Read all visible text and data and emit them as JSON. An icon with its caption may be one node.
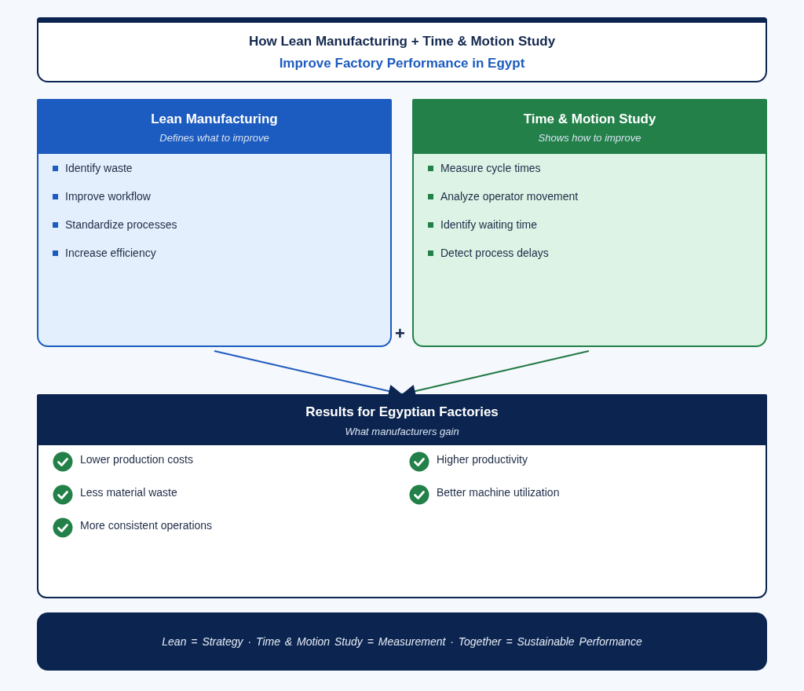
{
  "diagram": {
    "nodes": [
      {
        "text": [
          "How Lean Manufacturing + Time & Motion Study",
          "Improve Factory Performance in Egypt"
        ]
      },
      {
        "text": [
          "Lean Manufacturing",
          "Defines what to improve",
          "Identify waste",
          "Improve workflow",
          "Standardize processes",
          "Increase efficiency"
        ]
      },
      {
        "text": [
          "Time & Motion Study",
          "Shows how to improve",
          "Measure cycle times",
          "Analyze operator movement",
          "Identify waiting time",
          "Detect process delays"
        ]
      },
      {
        "text": [
          "Results for Egyptian Factories",
          "What manufacturers gain",
          "Lower production costs",
          "Higher productivity",
          "Less material waste",
          "Better machine utilization",
          "More consistent operations"
        ]
      },
      {
        "text": [
          "Lean = Strategy · Time & Motion Study = Measurement · Together = Sustainable Performance"
        ]
      }
    ],
    "edges": [
      {
        "from": 1,
        "to": 3,
        "arrow": "to",
        "color": "#1f5bbf"
      },
      {
        "from": 2,
        "to": 3,
        "arrow": "to",
        "color": "#237a45"
      }
    ],
    "labels": [
      "+"
    ]
  }
}
